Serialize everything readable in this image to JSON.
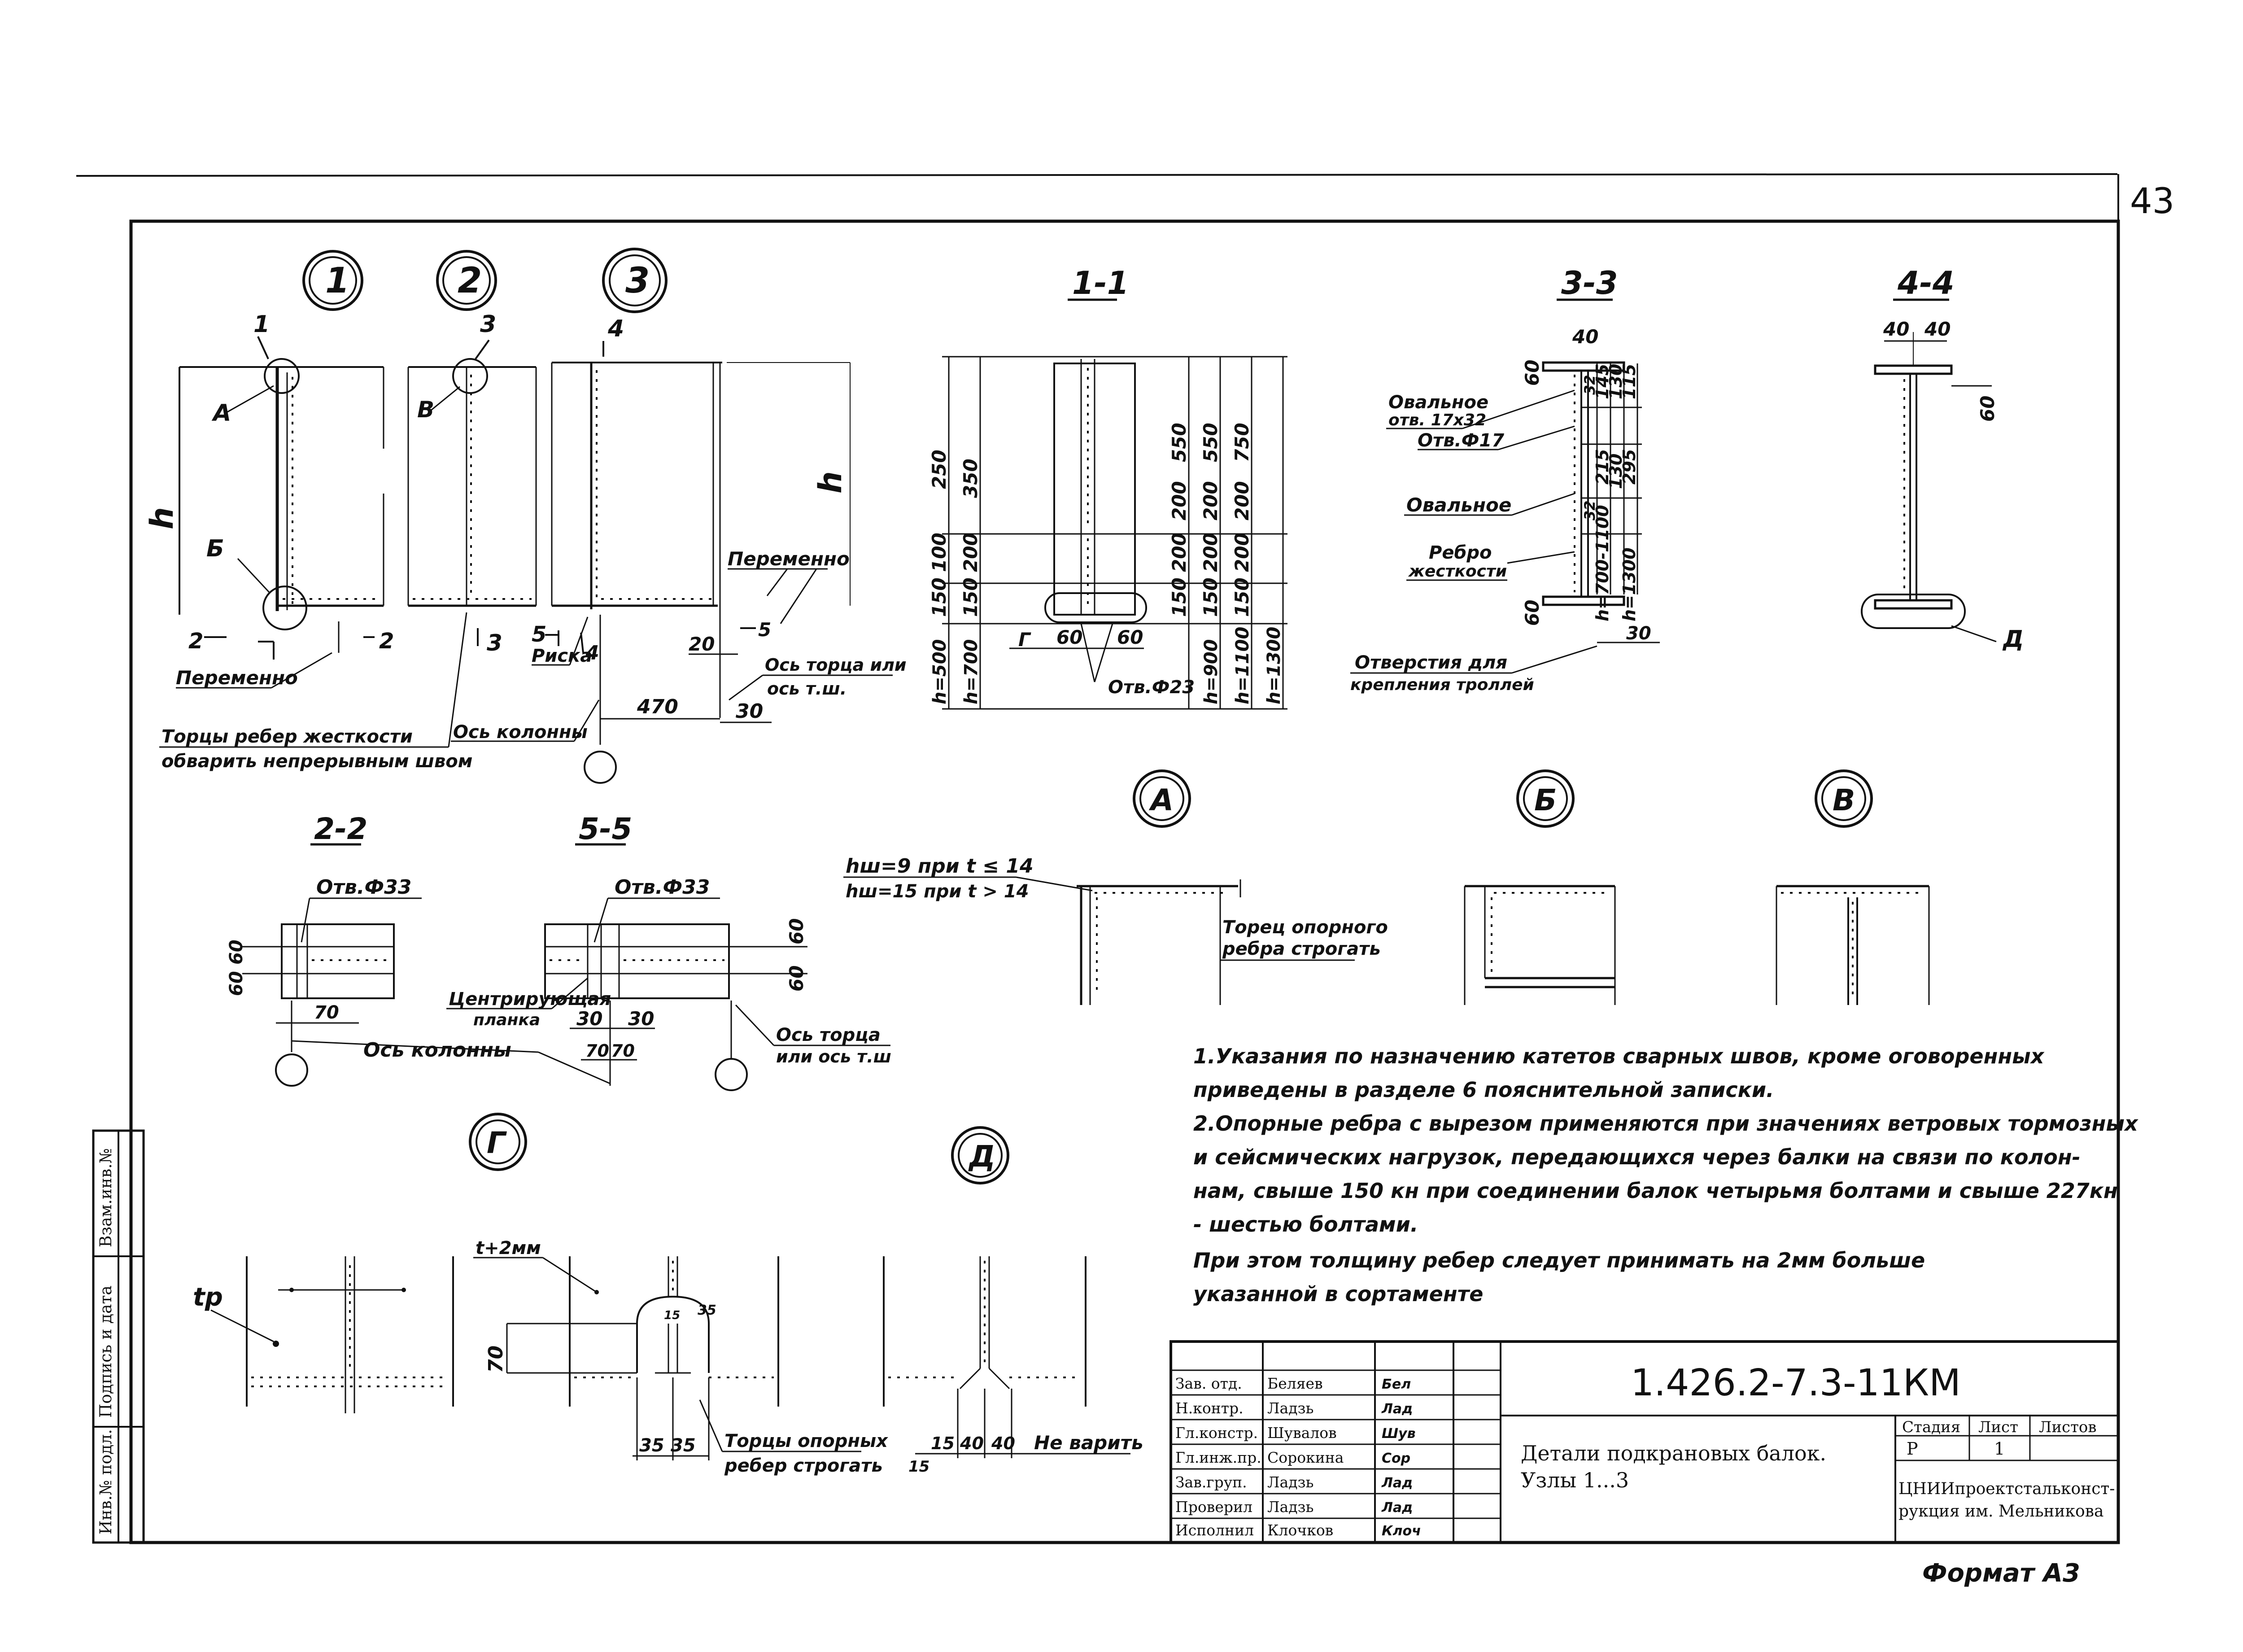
{
  "sheet": {
    "page_number": "43",
    "format_label": "Формат А3"
  },
  "nodes": {
    "n1": "1",
    "n2": "2",
    "n3": "3",
    "nA": "А",
    "nB": "Б",
    "nV": "В",
    "nG": "Г",
    "nD": "Д"
  },
  "sections": {
    "s11": "1-1",
    "s33": "3-3",
    "s44": "4-4",
    "s22": "2-2",
    "s55": "5-5"
  },
  "labels": {
    "h": "h",
    "peremenno": "Переменно",
    "torcy_reber": "Торцы ребер жесткости",
    "obvarit": "обварить непрерывным швом",
    "os_kolonny": "Ось колонны",
    "riska": "Риска",
    "os_torca_line1": "Ось торца или",
    "os_torca_line2": "ось т.ш.",
    "os_torca2_line1": "Ось торца",
    "os_torca2_line2": "или ось т.ш",
    "ovalnoe": "Овальное",
    "otv_17x32": "отв. 17х32",
    "otv_17": "Отв.Ф17",
    "rebro_line1": "Ребро",
    "rebro_line2": "жесткости",
    "otverstia_line1": "Отверстия для",
    "otverstia_line2": "крепления троллей",
    "otv_23": "Отв.Ф23",
    "otv_33": "Отв.Ф33",
    "centr_line1": "Центрирующая",
    "centr_line2": "планка",
    "hw_line1": "hш=9 при t ≤ 14",
    "hw_line2": "hш=15 при t > 14",
    "torec_line1": "Торец опорного",
    "torec_line2": "ребра строгать",
    "tp": "tр",
    "t2mm": "t+2мм",
    "torcy_opor_line1": "Торцы опорных",
    "torcy_opor_line2": "ребер строгать",
    "ne_varit": "Не варить",
    "A": "А",
    "B": "Б",
    "V": "В",
    "G": "Г"
  },
  "dims": {
    "d40": "40",
    "d60": "60",
    "d30": "30",
    "d20": "20",
    "d470": "470",
    "d70": "70",
    "d5": "5",
    "d15": "15",
    "d35": "35",
    "d32": "32",
    "d250": "250",
    "d350": "350",
    "d550": "550",
    "d750": "750",
    "d200": "200",
    "d100": "100",
    "d150": "150",
    "h500": "h=500",
    "h700": "h=700",
    "h900": "h=900",
    "h1100": "h=1100",
    "h1300": "h=1300",
    "h700_1100": "h=700-1100",
    "d145": "145",
    "d130": "130",
    "d115": "115",
    "d215": "215",
    "d295": "295",
    "cut1": "1",
    "cut2": "2",
    "cut3": "3",
    "cut4": "4",
    "cut5": "5"
  },
  "notes": {
    "n1_l1": "1.Указания по назначению катетов сварных швов, кроме оговоренных",
    "n1_l2": "приведены в разделе 6 пояснительной записки.",
    "n2_l1": "2.Опорные ребра с вырезом применяются при значениях ветровых тормозных",
    "n2_l2": "и сейсмических нагрузок, передающихся через балки на связи по колон-",
    "n2_l3": "нам, свыше 150 кн при соединении балок четырьмя болтами и свыше 227кн",
    "n2_l4": "- шестью болтами.",
    "n3_l1": "При этом толщину ребер следует принимать на 2мм больше",
    "n3_l2": "указанной в сортаменте"
  },
  "side_stamp": {
    "inv_podl": "Инв.№ подл.",
    "podpis": "Подпись и дата",
    "vzam": "Взам.инв.№"
  },
  "title_block": {
    "rows": [
      {
        "role": "Зав. отд.",
        "name": "Беляев",
        "sign": "Бел"
      },
      {
        "role": "Н.контр.",
        "name": "Ладзь",
        "sign": "Лад"
      },
      {
        "role": "Гл.констр.",
        "name": "Шувалов",
        "sign": "Шув"
      },
      {
        "role": "Гл.инж.пр.",
        "name": "Сорокина",
        "sign": "Сор"
      },
      {
        "role": "Зав.груп.",
        "name": "Ладзь",
        "sign": "Лад"
      },
      {
        "role": "Проверил",
        "name": "Ладзь",
        "sign": "Лад"
      },
      {
        "role": "Исполнил",
        "name": "Клочков",
        "sign": "Клоч"
      }
    ],
    "doc_code": "1.426.2-7.3-11КМ",
    "title_l1": "Детали подкрановых балок.",
    "title_l2": "Узлы 1...3",
    "stage_h": "Стадия",
    "sheet_h": "Лист",
    "sheets_h": "Листов",
    "stage": "Р",
    "sheet": "1",
    "sheets": "",
    "org_l1": "ЦНИИпроектстальконст-",
    "org_l2": "рукция им. Мельникова"
  }
}
